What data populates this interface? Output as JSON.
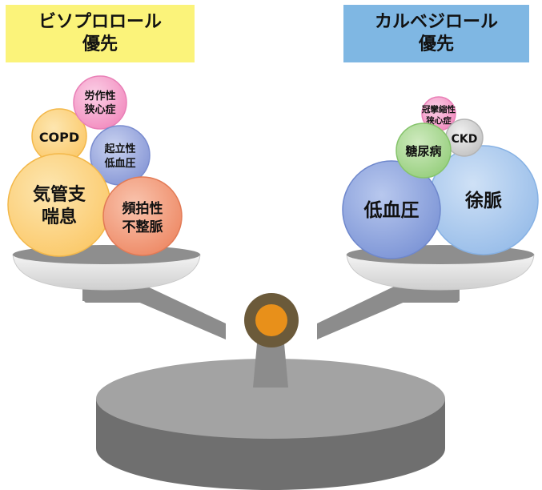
{
  "left_label": {
    "line1": "ビソプロロール",
    "line2": "優先"
  },
  "right_label": {
    "line1": "カルベジロール",
    "line2": "優先"
  },
  "left_items": {
    "copd": "COPD",
    "angina_line1": "労作性",
    "angina_line2": "狭心症",
    "orthostatic_line1": "起立性",
    "orthostatic_line2": "低血圧",
    "asthma_line1": "気管支",
    "asthma_line2": "喘息",
    "tachy_line1": "頻拍性",
    "tachy_line2": "不整脈"
  },
  "right_items": {
    "vasospastic_line1": "冠攣縮性",
    "vasospastic_line2": "狭心症",
    "ckd": "CKD",
    "diabetes": "糖尿病",
    "hypotension": "低血圧",
    "bradycardia": "徐脈"
  },
  "colors": {
    "yellow": "#fbf37a",
    "blue_label": "#7fb7e3",
    "ball_yellow": "#fcd78a",
    "ball_pink": "#f7a8cf",
    "ball_purple": "#9fb0e0",
    "ball_salmon": "#f4a284",
    "ball_blue": "#8fa9df",
    "ball_lightblue": "#a9c9ee",
    "ball_green": "#a8d894",
    "ball_gray": "#d4d4d4",
    "scale_gray": "#8c8c8c",
    "pivot_orange": "#e8901a"
  }
}
